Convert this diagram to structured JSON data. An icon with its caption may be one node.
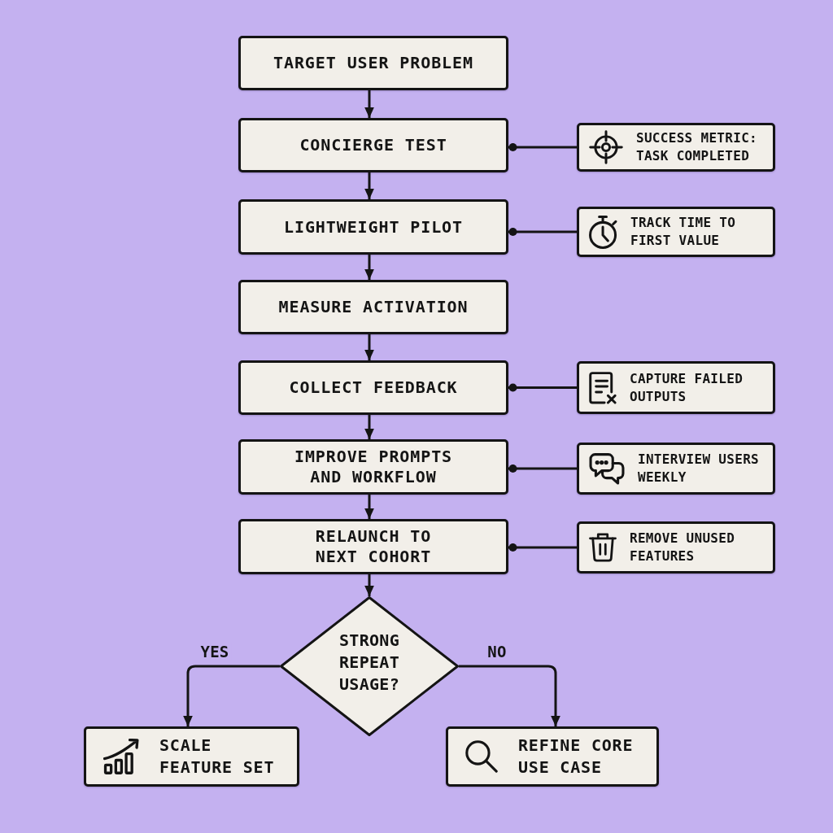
{
  "diagram": {
    "nodes": [
      {
        "text": [
          "TARGET USER PROBLEM"
        ]
      },
      {
        "text": [
          "CONCIERGE TEST"
        ]
      },
      {
        "text": [
          "SUCCESS METRIC: TASK COMPLETED"
        ]
      },
      {
        "text": [
          "LIGHTWEIGHT PILOT"
        ]
      },
      {
        "text": [
          "TRACK TIME TO FIRST VALUE"
        ]
      },
      {
        "text": [
          "MEASURE ACTIVATION"
        ]
      },
      {
        "text": [
          "COLLECT FEEDBACK"
        ]
      },
      {
        "text": [
          "CAPTURE FAILED OUTPUTS"
        ]
      },
      {
        "text": [
          "IMPROVE PROMPTS AND WORKFLOW"
        ]
      },
      {
        "text": [
          "INTERVIEW USERS WEEKLY"
        ]
      },
      {
        "text": [
          "RELAUNCH TO NEXT COHORT"
        ]
      },
      {
        "text": [
          "REMOVE UNUSED FEATURES"
        ]
      },
      {
        "text": [
          "STRONG REPEAT USAGE?"
        ]
      },
      {
        "text": [
          "SCALE FEATURE SET"
        ]
      },
      {
        "text": [
          "REFINE CORE USE CASE"
        ]
      }
    ],
    "edges": [
      {
        "from": 0,
        "to": 1,
        "arrow": "to"
      },
      {
        "from": 1,
        "to": 3,
        "arrow": "to"
      },
      {
        "from": 3,
        "to": 5,
        "arrow": "to"
      },
      {
        "from": 5,
        "to": 6,
        "arrow": "to"
      },
      {
        "from": 6,
        "to": 8,
        "arrow": "to"
      },
      {
        "from": 8,
        "to": 10,
        "arrow": "to"
      },
      {
        "from": 10,
        "to": 12,
        "arrow": "to"
      },
      {
        "from": 12,
        "to": 13,
        "label": "YES",
        "arrow": "to"
      },
      {
        "from": 12,
        "to": 14,
        "label": "NO",
        "arrow": "to"
      },
      {
        "from": 1,
        "to": 2,
        "arrow": "other"
      },
      {
        "from": 3,
        "to": 4,
        "arrow": "other"
      },
      {
        "from": 6,
        "to": 7,
        "arrow": "other"
      },
      {
        "from": 8,
        "to": 9,
        "arrow": "other"
      },
      {
        "from": 10,
        "to": 11,
        "arrow": "other"
      }
    ]
  }
}
